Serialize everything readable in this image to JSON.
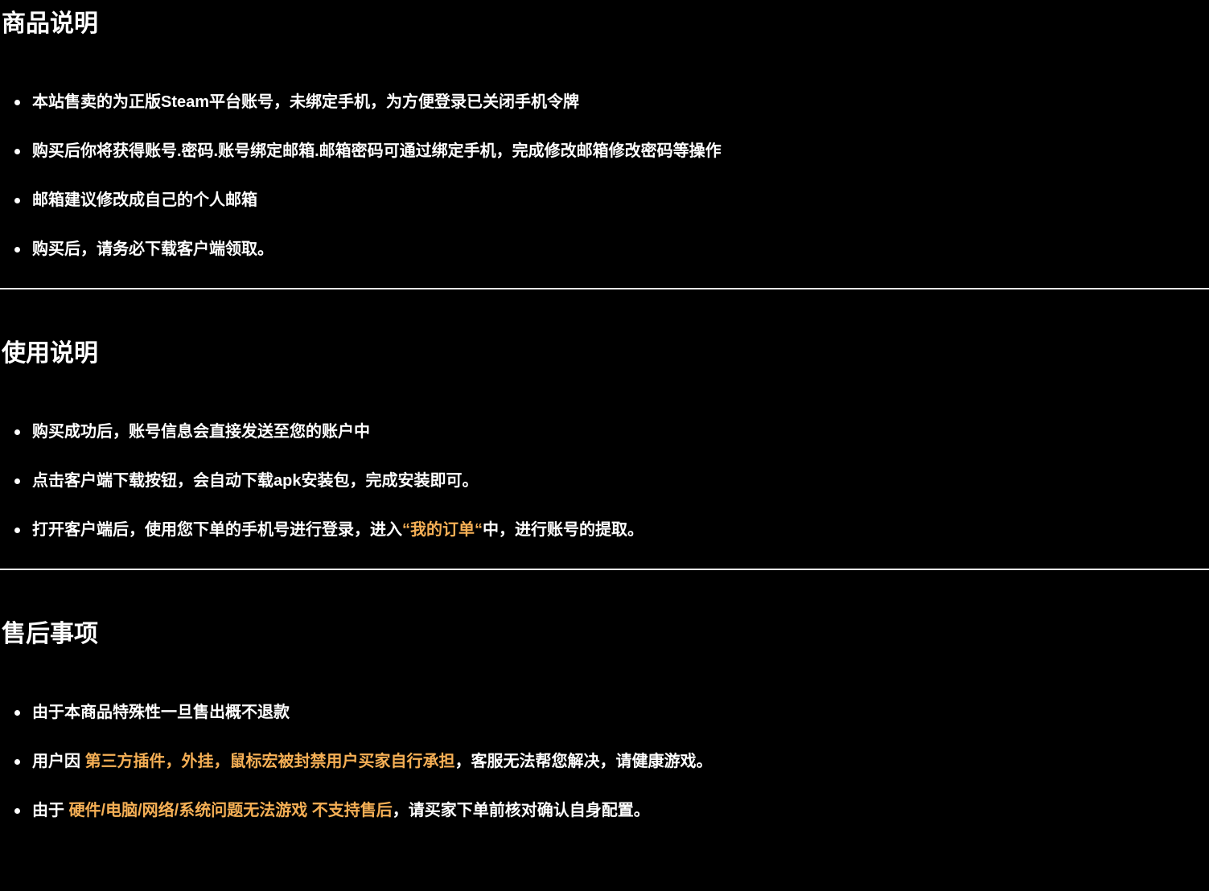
{
  "theme": {
    "background": "#000000",
    "text_color": "#ffffff",
    "accent_color": "#F5AF55",
    "divider_color": "#E6E6E6"
  },
  "sections": [
    {
      "name": "product-description",
      "title": "商品说明",
      "items": [
        {
          "segments": [
            {
              "text": "本站售卖的为正版Steam平台账号，未绑定手机，为方便登录已关闭手机令牌",
              "highlight": false
            }
          ]
        },
        {
          "segments": [
            {
              "text": "购买后你将获得账号.密码.账号绑定邮箱.邮箱密码可通过绑定手机，完成修改邮箱修改密码等操作",
              "highlight": false
            }
          ]
        },
        {
          "segments": [
            {
              "text": "邮箱建议修改成自己的个人邮箱",
              "highlight": false
            }
          ]
        },
        {
          "segments": [
            {
              "text": "购买后，请务必下载客户端领取。",
              "highlight": false
            }
          ]
        }
      ]
    },
    {
      "name": "usage-instructions",
      "title": "使用说明",
      "items": [
        {
          "segments": [
            {
              "text": "购买成功后，账号信息会直接发送至您的账户中",
              "highlight": false
            }
          ]
        },
        {
          "segments": [
            {
              "text": "点击客户端下载按钮，会自动下载apk安装包，完成安装即可。",
              "highlight": false
            }
          ]
        },
        {
          "segments": [
            {
              "text": "打开客户端后，使用您下单的手机号进行登录，进入",
              "highlight": false
            },
            {
              "text": "“我的订单“",
              "highlight": true
            },
            {
              "text": "中，进行账号的提取。",
              "highlight": false
            }
          ]
        }
      ]
    },
    {
      "name": "after-sales-notes",
      "title": "售后事项",
      "items": [
        {
          "segments": [
            {
              "text": "由于本商品特殊性一旦售出概不退款",
              "highlight": false
            }
          ]
        },
        {
          "segments": [
            {
              "text": "用户因 ",
              "highlight": false
            },
            {
              "text": "第三方插件，外挂，鼠标宏被封禁用户买家自行承担",
              "highlight": true
            },
            {
              "text": "，客服无法帮您解决，请健康游戏。",
              "highlight": false
            }
          ]
        },
        {
          "segments": [
            {
              "text": "由于 ",
              "highlight": false
            },
            {
              "text": "硬件/电脑/网络/系统问题无法游戏 不支持售后",
              "highlight": true
            },
            {
              "text": "，请买家下单前核对确认自身配置。",
              "highlight": false
            }
          ]
        }
      ]
    }
  ]
}
